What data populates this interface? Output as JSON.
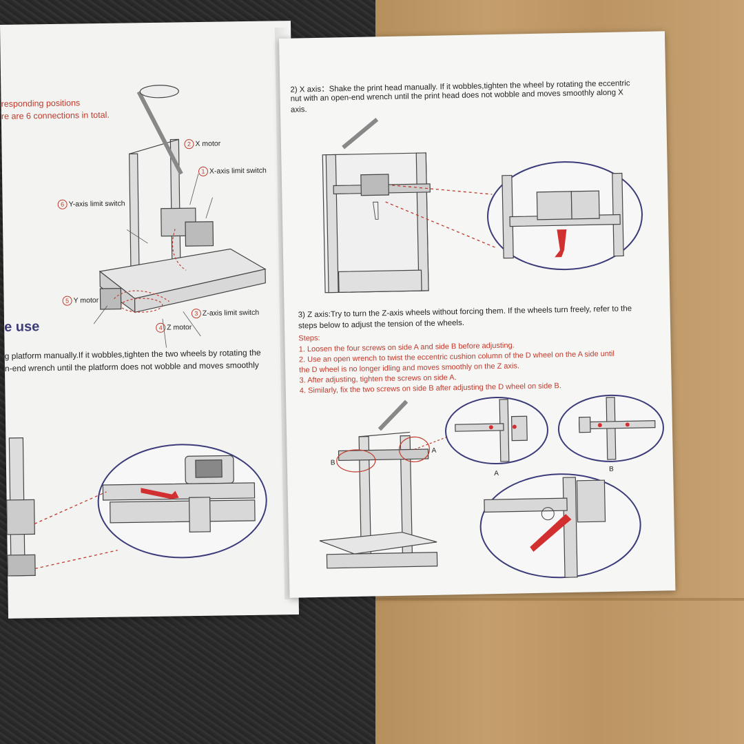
{
  "left_page": {
    "red_line_1": "responding positions",
    "red_line_2": "re are 6 connections in total.",
    "labels": [
      {
        "num": "2",
        "text": "X motor"
      },
      {
        "num": "1",
        "text": "X-axis limit switch"
      },
      {
        "num": "6",
        "text": "Y-axis limit switch"
      },
      {
        "num": "5",
        "text": "Y motor"
      },
      {
        "num": "3",
        "text": "Z-axis limit switch"
      },
      {
        "num": "4",
        "text": "Z motor"
      }
    ],
    "heading_fragment": "e use",
    "para_line_1": "g platform manually.If it wobbles,tighten the two wheels by rotating the",
    "para_line_2": "n-end wrench until the platform does not wobble and moves smoothly"
  },
  "right_page": {
    "x_axis_line_1": "2) X axis：Shake the print head manually. If it wobbles,tighten the wheel by rotating the eccentric",
    "x_axis_line_2": "nut with an open-end wrench until the print head does not wobble and moves smoothly along X",
    "x_axis_line_3": "axis.",
    "z_axis_line_1": "3) Z axis:Try to turn the Z-axis wheels without forcing them. If the wheels turn freely, refer to the",
    "z_axis_line_2": "steps below to adjust the tension of the wheels.",
    "steps_title": "Steps:",
    "steps": [
      "1. Loosen the four screws on side A and side B before adjusting.",
      "2. Use an open wrench to twist the eccentric cushion column of the D wheel on the A side until",
      "the D wheel is no longer idling and moves smoothly on the Z axis.",
      "3. After adjusting, tighten the screws on side A.",
      "4. Similarly, fix the two screws on side B after adjusting the D wheel on side B."
    ],
    "side_a": "A",
    "side_b": "B",
    "diagram_a": "A",
    "diagram_b": "B"
  },
  "colors": {
    "accent_red": "#c0392b",
    "circle_blue": "#3b3b7a",
    "page": "#f6f6f4"
  }
}
